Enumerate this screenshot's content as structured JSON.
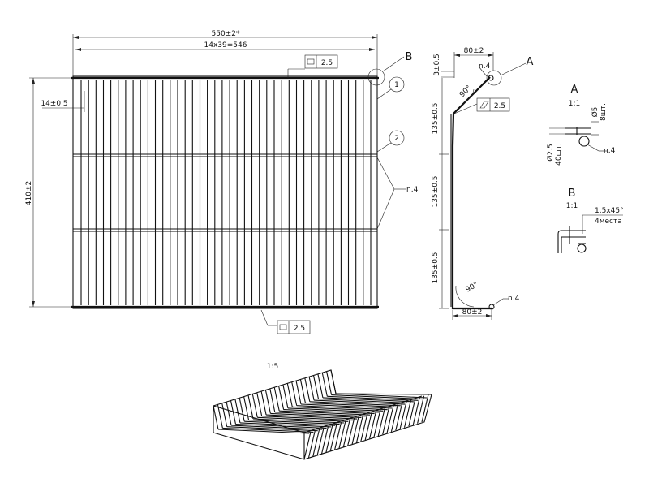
{
  "front_view": {
    "overall_width": "550±2*",
    "pitch": "14x39=546",
    "height": "410±2",
    "offset": "14±0.5",
    "flatness_top": "2.5",
    "flatness_bottom": "2.5",
    "callout_1": "1",
    "callout_2": "2",
    "note_n4": "n.4",
    "detail_b": "B",
    "vertical_rod_count": 40,
    "cross_wires": 4
  },
  "side_view": {
    "top_width": "80±2",
    "bottom_width": "80±2",
    "top_offset": "3±0.5",
    "seg1": "135±0.5",
    "seg2": "135±0.5",
    "seg3": "135±0.5",
    "angle_top": "90°",
    "angle_bottom": "90°",
    "flatness": "2.5",
    "note_top": "n.4",
    "note_bottom": "n.4",
    "detail_a": "A"
  },
  "detail_a": {
    "title": "A",
    "scale": "1:1",
    "dia_small": "Ø5",
    "count_small": "8шт.",
    "dia_large": "Ø2.5",
    "count_large": "40шт.",
    "note": "n.4"
  },
  "detail_b": {
    "title": "B",
    "scale": "1:1",
    "chamfer": "1.5x45°",
    "count": "4места"
  },
  "iso_view": {
    "scale": "1:5"
  }
}
